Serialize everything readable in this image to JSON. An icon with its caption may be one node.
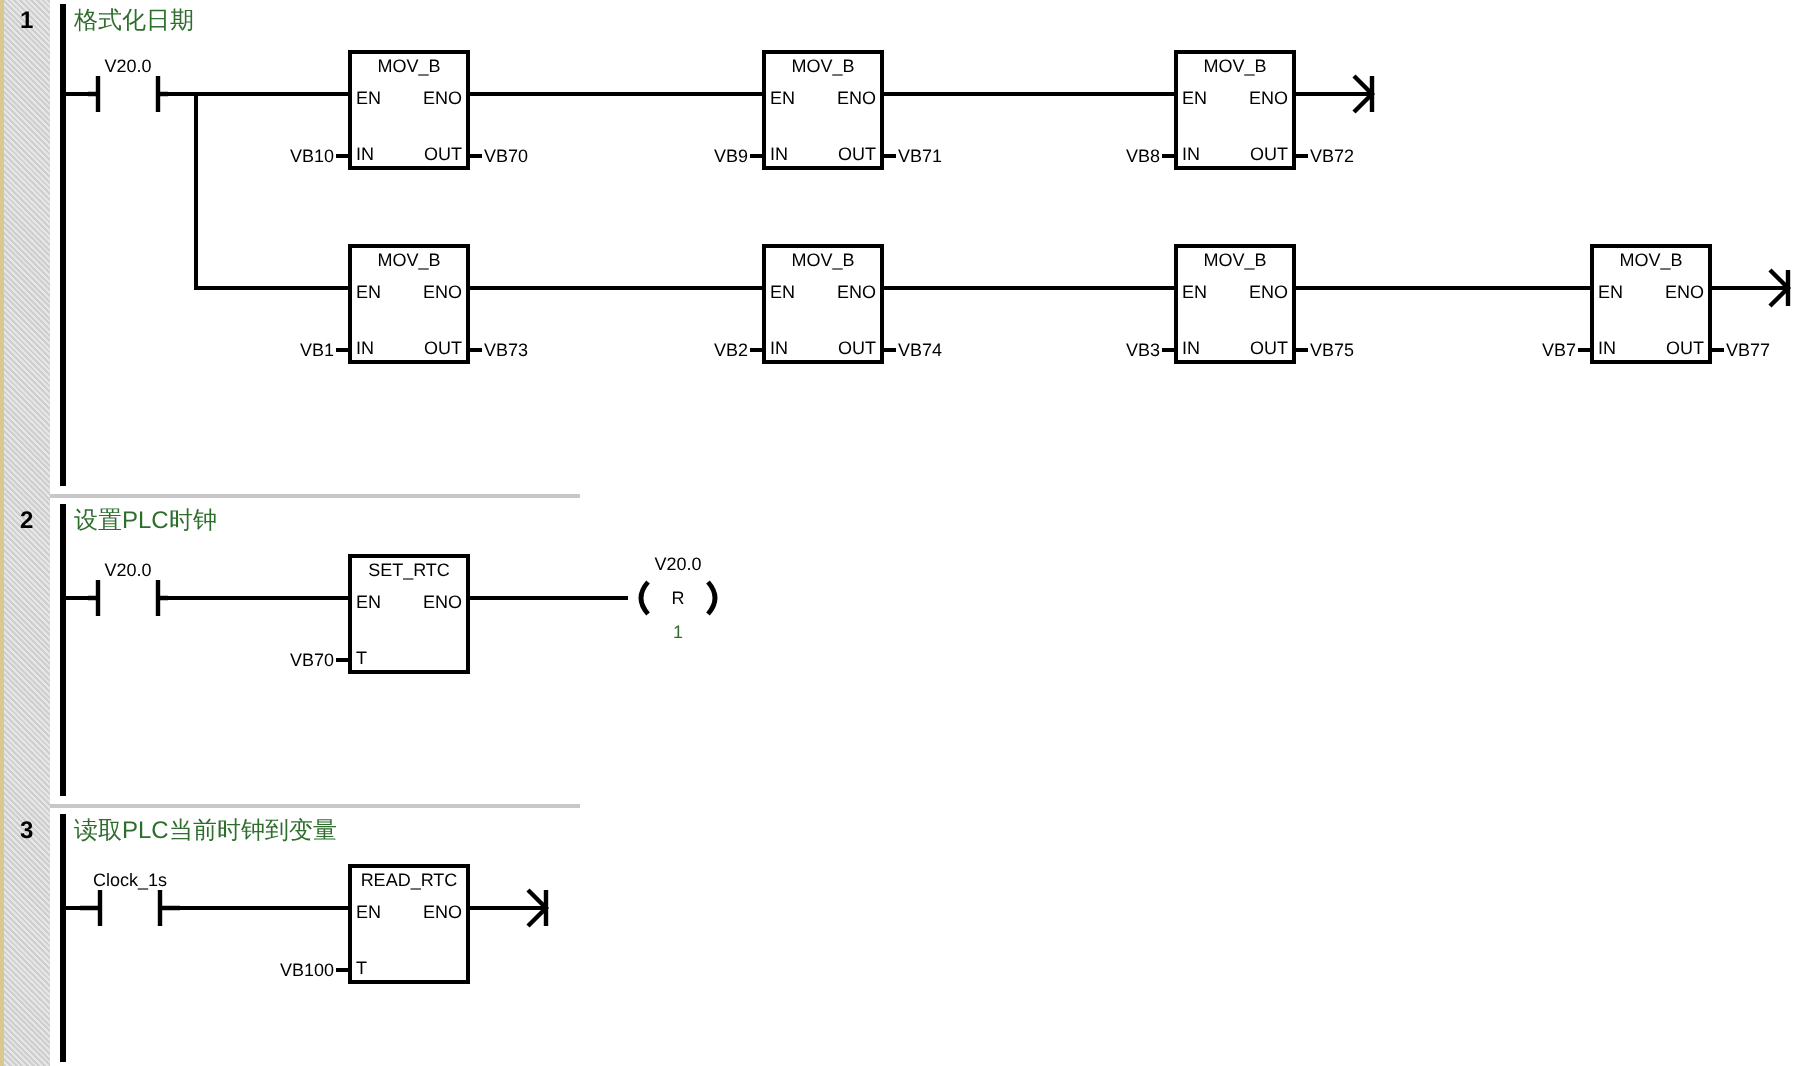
{
  "diagram": {
    "nodes": [
      {
        "text": [
          "1",
          "格式化日期"
        ]
      },
      {
        "text": [],
        "shape": "bar",
        "in": 0
      },
      {
        "text": [
          "V20.0"
        ],
        "in": 0
      },
      {
        "text": [
          "MOV_B",
          "EN",
          "ENO",
          "IN",
          "OUT"
        ],
        "in": 0,
        "beside": [
          "VB10",
          "VB70"
        ]
      },
      {
        "text": [
          "MOV_B",
          "EN",
          "ENO",
          "IN",
          "OUT"
        ],
        "in": 0,
        "beside": [
          "VB9",
          "VB71"
        ]
      },
      {
        "text": [
          "MOV_B",
          "EN",
          "ENO",
          "IN",
          "OUT"
        ],
        "in": 0,
        "beside": [
          "VB8",
          "VB72"
        ]
      },
      {
        "text": [
          "MOV_B",
          "EN",
          "ENO",
          "IN",
          "OUT"
        ],
        "in": 0,
        "beside": [
          "VB1",
          "VB73"
        ]
      },
      {
        "text": [
          "MOV_B",
          "EN",
          "ENO",
          "IN",
          "OUT"
        ],
        "in": 0,
        "beside": [
          "VB2",
          "VB74"
        ]
      },
      {
        "text": [
          "MOV_B",
          "EN",
          "ENO",
          "IN",
          "OUT"
        ],
        "in": 0,
        "beside": [
          "VB3",
          "VB75"
        ]
      },
      {
        "text": [
          "MOV_B",
          "EN",
          "ENO",
          "IN",
          "OUT"
        ],
        "in": 0,
        "beside": [
          "VB7",
          "VB77"
        ]
      },
      {
        "text": [
          "2",
          "设置PLC时钟"
        ]
      },
      {
        "text": [],
        "shape": "bar",
        "in": 10
      },
      {
        "text": [
          "V20.0"
        ],
        "in": 10
      },
      {
        "text": [
          "SET_RTC",
          "EN",
          "ENO",
          "T"
        ],
        "in": 10,
        "beside": [
          "VB70"
        ]
      },
      {
        "text": [
          "V20.0",
          "R",
          "1"
        ],
        "in": 10
      },
      {
        "text": [
          "3",
          "读取PLC当前时钟到变量"
        ]
      },
      {
        "text": [],
        "shape": "bar",
        "in": 15
      },
      {
        "text": [
          "Clock_1s"
        ],
        "in": 15
      },
      {
        "text": [
          "READ_RTC",
          "EN",
          "ENO",
          "T"
        ],
        "in": 15,
        "beside": [
          "VB100"
        ]
      }
    ],
    "edges": [
      {
        "from": 1,
        "to": 2,
        "arrow": "none"
      },
      {
        "from": 2,
        "to": 3,
        "arrow": "none"
      },
      {
        "from": 3,
        "to": 4,
        "arrow": "none"
      },
      {
        "from": 4,
        "to": 5,
        "arrow": "none"
      },
      {
        "from": 5,
        "to": null,
        "arrow": "to"
      },
      {
        "from": 2,
        "to": 6,
        "arrow": "none"
      },
      {
        "from": 6,
        "to": 7,
        "arrow": "none"
      },
      {
        "from": 7,
        "to": 8,
        "arrow": "none"
      },
      {
        "from": 8,
        "to": 9,
        "arrow": "none"
      },
      {
        "from": 9,
        "to": null,
        "arrow": "to"
      },
      {
        "from": 11,
        "to": 12,
        "arrow": "none"
      },
      {
        "from": 12,
        "to": 13,
        "arrow": "none"
      },
      {
        "from": 13,
        "to": 14,
        "arrow": "none"
      },
      {
        "from": 16,
        "to": 17,
        "arrow": "none"
      },
      {
        "from": 17,
        "to": 18,
        "arrow": "none"
      },
      {
        "from": 18,
        "to": null,
        "arrow": "to"
      }
    ]
  }
}
